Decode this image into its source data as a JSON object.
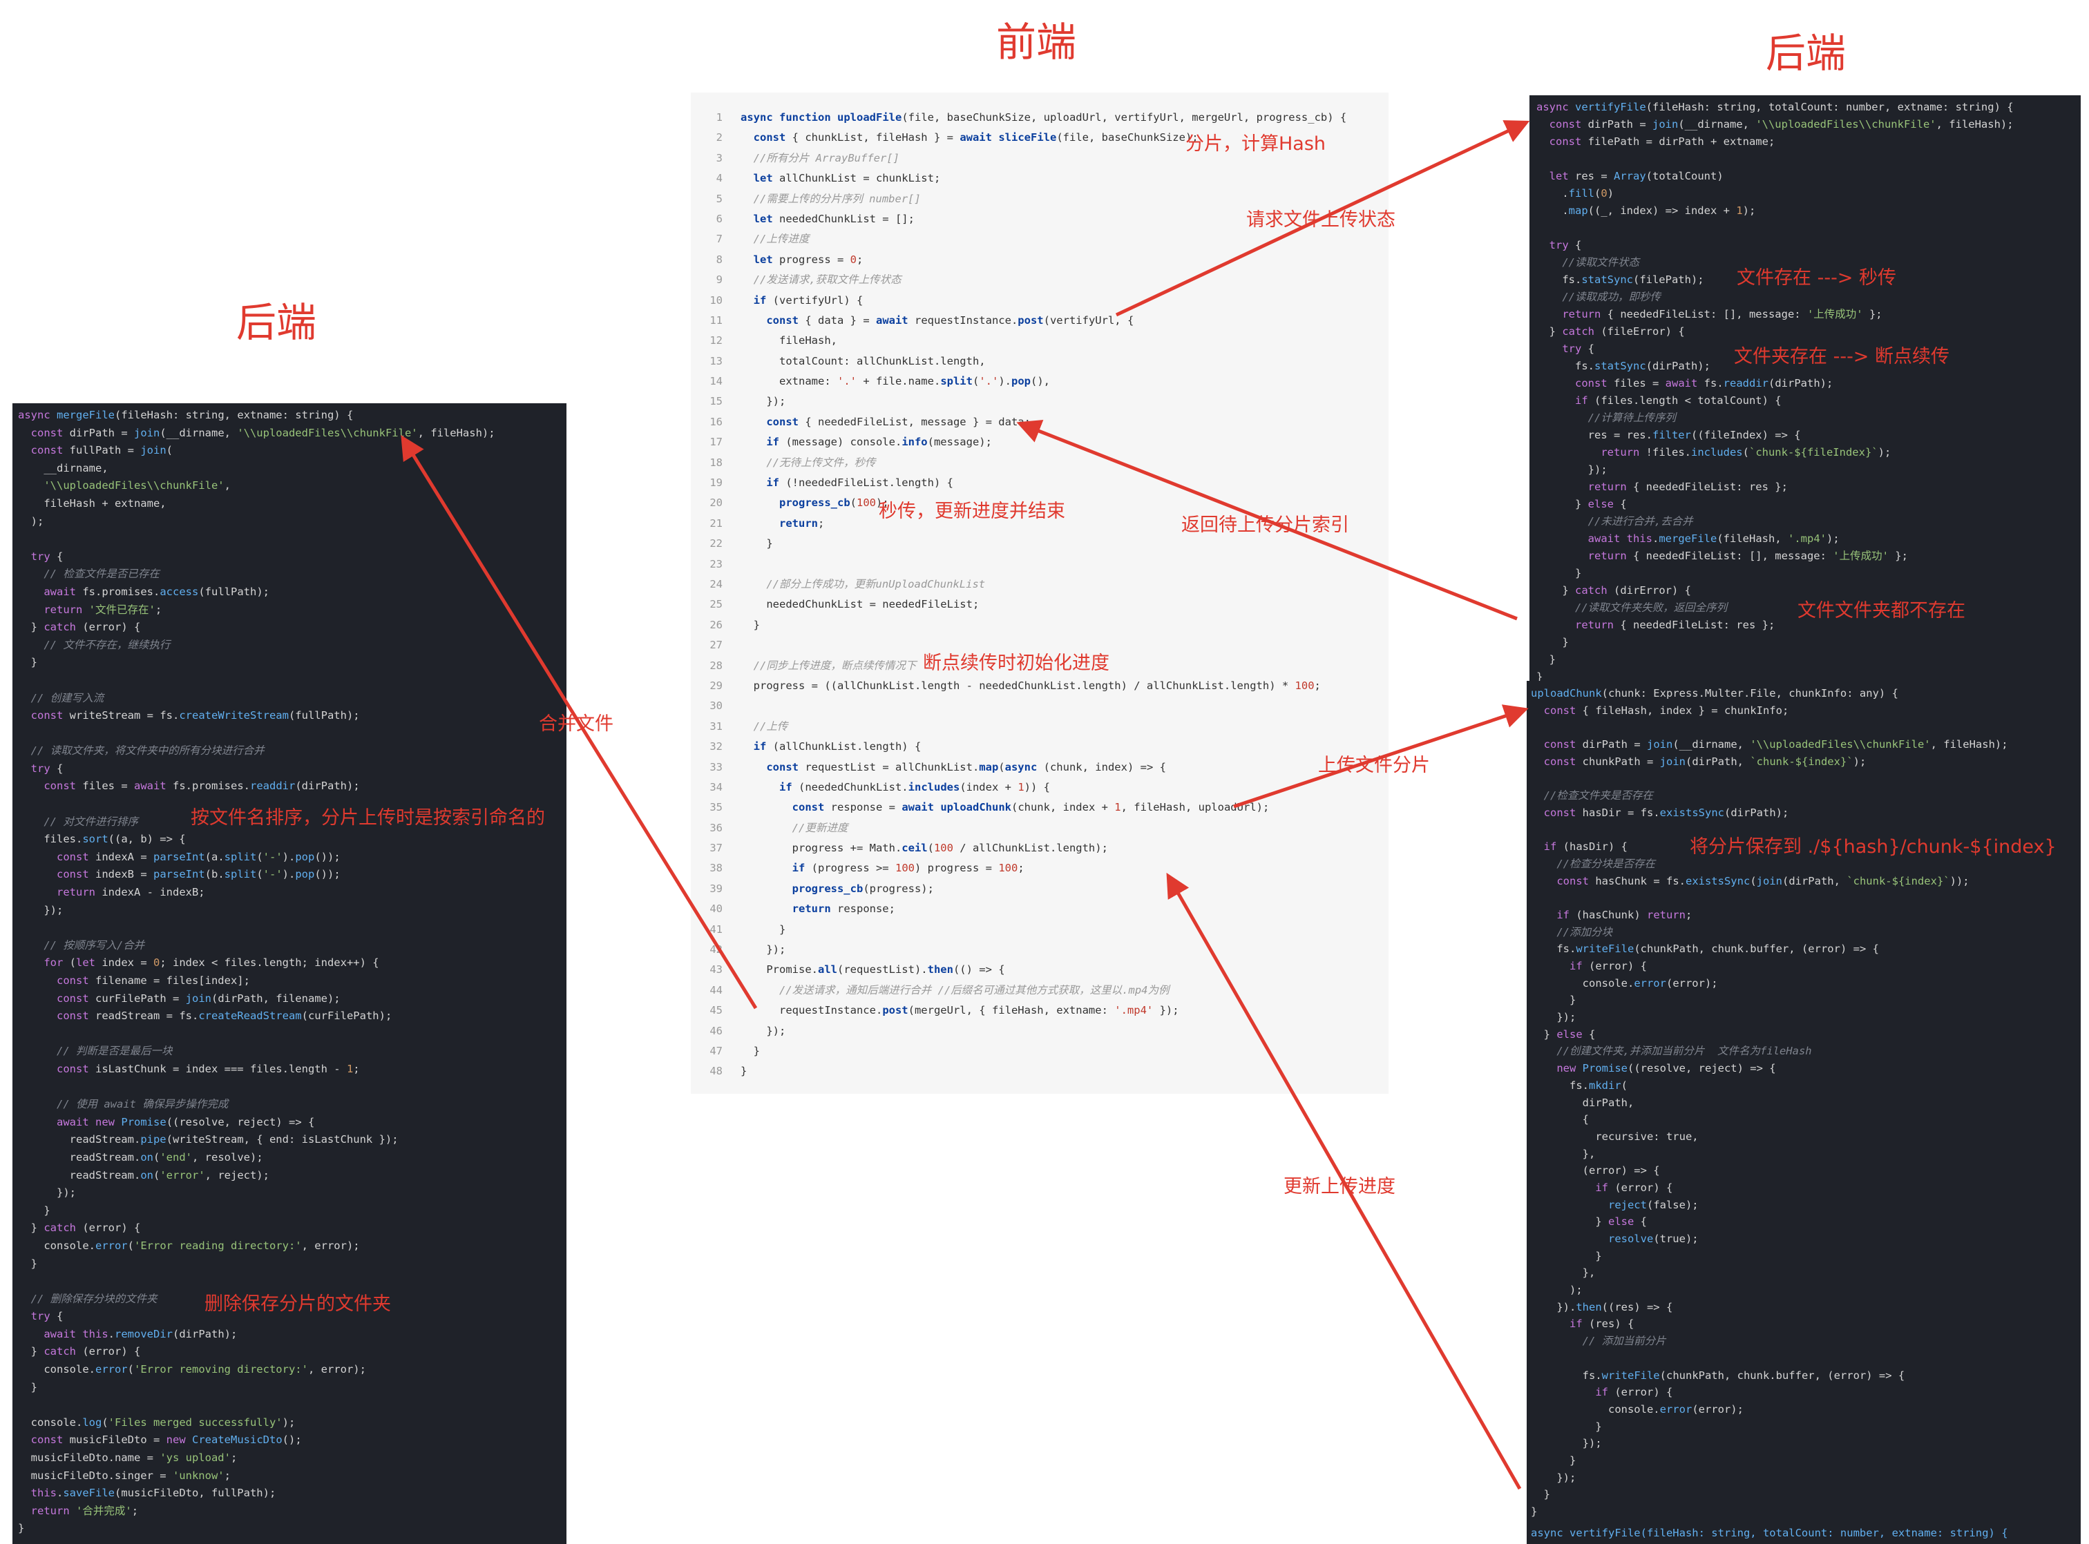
{
  "headings": {
    "frontend": "前端",
    "backend_right": "后端",
    "backend_left": "后端"
  },
  "annotations": {
    "slice_hash": "分片，计算Hash",
    "request_status": "请求文件上传状态",
    "instant_done": "秒传，更新进度并结束",
    "return_index": "返回待上传分片索引",
    "resume_progress": "断点续传时初始化进度",
    "upload_chunk": "上传文件分片",
    "update_progress": "更新上传进度",
    "merge_file": "合并文件",
    "file_exists": "文件存在 ---> 秒传",
    "dir_exists": "文件夹存在 ---> 断点续传",
    "none_exist": "文件文件夹都不存在",
    "save_chunk": "将分片保存到 ./${hash}/chunk-${index}",
    "sort_by_name": "按文件名排序，分片上传时是按索引命名的",
    "delete_dir": "删除保存分片的文件夹"
  },
  "code": {
    "merge": [
      "async mergeFile(fileHash: string, extname: string) {",
      "  const dirPath = join(__dirname, '\\\\uploadedFiles\\\\chunkFile', fileHash);",
      "  const fullPath = join(",
      "    __dirname,",
      "    '\\\\uploadedFiles\\\\chunkFile',",
      "    fileHash + extname,",
      "  );",
      "",
      "  try {",
      "    // 检查文件是否已存在",
      "    await fs.promises.access(fullPath);",
      "    return '文件已存在';",
      "  } catch (error) {",
      "    // 文件不存在，继续执行",
      "  }",
      "",
      "  // 创建写入流",
      "  const writeStream = fs.createWriteStream(fullPath);",
      "",
      "  // 读取文件夹，将文件夹中的所有分块进行合并",
      "  try {",
      "    const files = await fs.promises.readdir(dirPath);",
      "",
      "    // 对文件进行排序",
      "    files.sort((a, b) => {",
      "      const indexA = parseInt(a.split('-').pop());",
      "      const indexB = parseInt(b.split('-').pop());",
      "      return indexA - indexB;",
      "    });",
      "",
      "    // 按顺序写入/合并",
      "    for (let index = 0; index < files.length; index++) {",
      "      const filename = files[index];",
      "      const curFilePath = join(dirPath, filename);",
      "      const readStream = fs.createReadStream(curFilePath);",
      "",
      "      // 判断是否是最后一块",
      "      const isLastChunk = index === files.length - 1;",
      "",
      "      // 使用 await 确保异步操作完成",
      "      await new Promise((resolve, reject) => {",
      "        readStream.pipe(writeStream, { end: isLastChunk });",
      "        readStream.on('end', resolve);",
      "        readStream.on('error', reject);",
      "      });",
      "    }",
      "  } catch (error) {",
      "    console.error('Error reading directory:', error);",
      "  }",
      "",
      "  // 删除保存分块的文件夹",
      "  try {",
      "    await this.removeDir(dirPath);",
      "  } catch (error) {",
      "    console.error('Error removing directory:', error);",
      "  }",
      "",
      "  console.log('Files merged successfully');",
      "  const musicFileDto = new CreateMusicDto();",
      "  musicFileDto.name = 'ys upload';",
      "  musicFileDto.singer = 'unknow';",
      "  this.saveFile(musicFileDto, fullPath);",
      "  return '合并完成';",
      "}"
    ],
    "frontend": [
      "async function uploadFile(file, baseChunkSize, uploadUrl, vertifyUrl, mergeUrl, progress_cb) {",
      "  const { chunkList, fileHash } = await sliceFile(file, baseChunkSize);",
      "  //所有分片 ArrayBuffer[]",
      "  let allChunkList = chunkList;",
      "  //需要上传的分片序列 number[]",
      "  let neededChunkList = [];",
      "  //上传进度",
      "  let progress = 0;",
      "  //发送请求,获取文件上传状态",
      "  if (vertifyUrl) {",
      "    const { data } = await requestInstance.post(vertifyUrl, {",
      "      fileHash,",
      "      totalCount: allChunkList.length,",
      "      extname: '.' + file.name.split('.').pop(),",
      "    });",
      "    const { neededFileList, message } = data;",
      "    if (message) console.info(message);",
      "    //无待上传文件，秒传",
      "    if (!neededFileList.length) {",
      "      progress_cb(100);",
      "      return;",
      "    }",
      "",
      "    //部分上传成功，更新unUploadChunkList",
      "    neededChunkList = neededFileList;",
      "  }",
      "",
      "  //同步上传进度，断点续传情况下",
      "  progress = ((allChunkList.length - neededChunkList.length) / allChunkList.length) * 100;",
      "",
      "  //上传",
      "  if (allChunkList.length) {",
      "    const requestList = allChunkList.map(async (chunk, index) => {",
      "      if (neededChunkList.includes(index + 1)) {",
      "        const response = await uploadChunk(chunk, index + 1, fileHash, uploadUrl);",
      "        //更新进度",
      "        progress += Math.ceil(100 / allChunkList.length);",
      "        if (progress >= 100) progress = 100;",
      "        progress_cb(progress);",
      "        return response;",
      "      }",
      "    });",
      "    Promise.all(requestList).then(() => {",
      "      //发送请求，通知后端进行合并 //后缀名可通过其他方式获取，这里以.mp4为例",
      "      requestInstance.post(mergeUrl, { fileHash, extname: '.mp4' });",
      "    });",
      "  }",
      "}"
    ],
    "verify": [
      "async vertifyFile(fileHash: string, totalCount: number, extname: string) {",
      "  const dirPath = join(__dirname, '\\\\uploadedFiles\\\\chunkFile', fileHash);",
      "  const filePath = dirPath + extname;",
      "",
      "  let res = Array(totalCount)",
      "    .fill(0)",
      "    .map((_, index) => index + 1);",
      "",
      "  try {",
      "    //读取文件状态",
      "    fs.statSync(filePath);",
      "    //读取成功，即秒传",
      "    return { neededFileList: [], message: '上传成功' };",
      "  } catch (fileError) {",
      "    try {",
      "      fs.statSync(dirPath);",
      "      const files = await fs.readdir(dirPath);",
      "      if (files.length < totalCount) {",
      "        //计算待上传序列",
      "        res = res.filter((fileIndex) => {",
      "          return !files.includes(`chunk-${fileIndex}`);",
      "        });",
      "        return { neededFileList: res };",
      "      } else {",
      "        //未进行合并,去合并",
      "        await this.mergeFile(fileHash, '.mp4');",
      "        return { neededFileList: [], message: '上传成功' };",
      "      }",
      "    } catch (dirError) {",
      "      //读取文件夹失败，返回全序列",
      "      return { neededFileList: res };",
      "    }",
      "  }",
      "}"
    ],
    "upload": [
      "uploadChunk(chunk: Express.Multer.File, chunkInfo: any) {",
      "  const { fileHash, index } = chunkInfo;",
      "",
      "  const dirPath = join(__dirname, '\\\\uploadedFiles\\\\chunkFile', fileHash);",
      "  const chunkPath = join(dirPath, `chunk-${index}`);",
      "",
      "  //检查文件夹是否存在",
      "  const hasDir = fs.existsSync(dirPath);",
      "",
      "  if (hasDir) {",
      "    //检查分块是否存在",
      "    const hasChunk = fs.existsSync(join(dirPath, `chunk-${index}`));",
      "",
      "    if (hasChunk) return;",
      "    //添加分块",
      "    fs.writeFile(chunkPath, chunk.buffer, (error) => {",
      "      if (error) {",
      "        console.error(error);",
      "      }",
      "    });",
      "  } else {",
      "    //创建文件夹,并添加当前分片  文件名为fileHash",
      "    new Promise((resolve, reject) => {",
      "      fs.mkdir(",
      "        dirPath,",
      "        {",
      "          recursive: true,",
      "        },",
      "        (error) => {",
      "          if (error) {",
      "            reject(false);",
      "          } else {",
      "            resolve(true);",
      "          }",
      "        },",
      "      );",
      "    }).then((res) => {",
      "      if (res) {",
      "        // 添加当前分片",
      "",
      "        fs.writeFile(chunkPath, chunk.buffer, (error) => {",
      "          if (error) {",
      "            console.error(error);",
      "          }",
      "        });",
      "      }",
      "    });",
      "  }",
      "}"
    ],
    "tail": "async vertifyFile(fileHash: string, totalCount: number, extname: string) {"
  },
  "colors": {
    "accent": "#e03a2f",
    "dark_bg": "#1f2229",
    "light_bg": "#f6f6f6"
  }
}
